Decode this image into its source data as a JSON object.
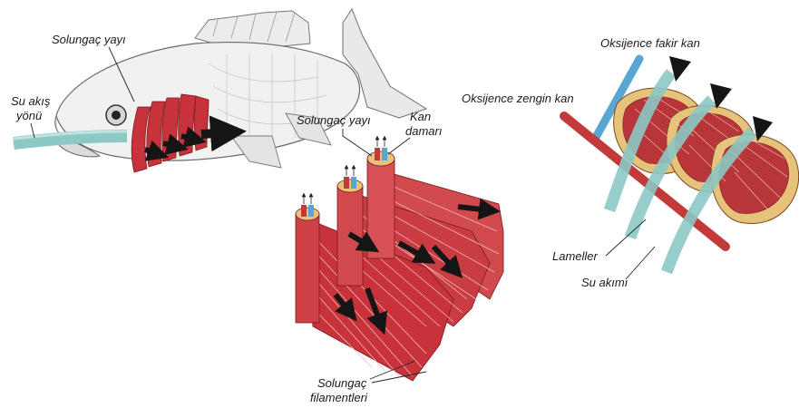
{
  "labels": {
    "gill_arch_fish": "Solungaç yayı",
    "water_flow_line1": "Su akış",
    "water_flow_line2": "yönü",
    "gill_arch_detail": "Solungaç yayı",
    "blood_vessel_line1": "Kan",
    "blood_vessel_line2": "damarı",
    "gill_filaments_line1": "Solungaç",
    "gill_filaments_line2": "filamentleri",
    "oxygen_poor_blood": "Oksijence fakir kan",
    "oxygen_rich_blood": "Oksijence zengin kan",
    "lamellae": "Lameller",
    "water_current": "Su akımı"
  },
  "colors": {
    "gill_red": "#c8323a",
    "water_teal": "#8cc8c4",
    "artery_blue": "#5aa6d2",
    "vein_red": "#c23a3a",
    "lamella_tan": "#e6c27a",
    "arrow_dark": "#151515"
  }
}
